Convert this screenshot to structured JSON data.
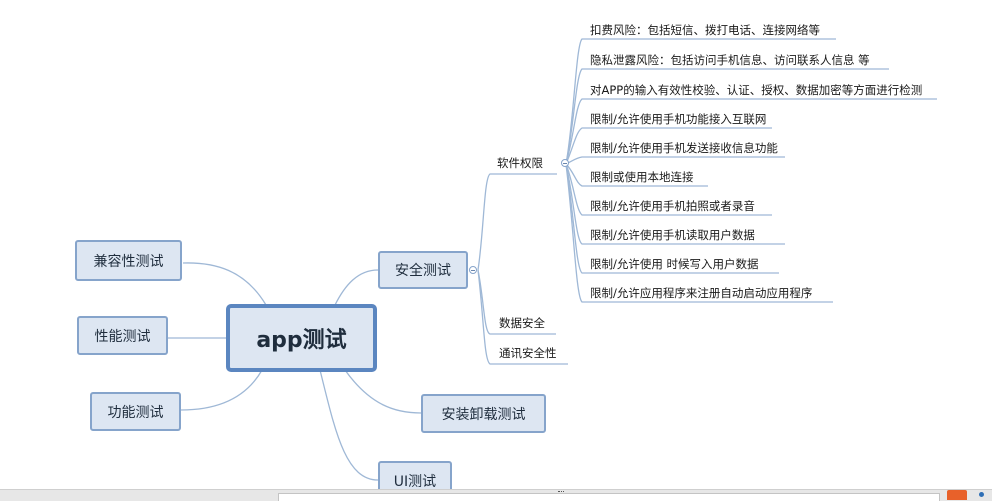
{
  "diagram": {
    "root": "app测试",
    "main_branches": {
      "security": "安全测试",
      "install": "安装卸载测试",
      "ui": "UI测试",
      "compatibility": "兼容性测试",
      "performance": "性能测试",
      "function": "功能测试"
    },
    "security_children": {
      "software_permissions": "软件权限",
      "data_security": "数据安全",
      "comm_security": "通讯安全性"
    },
    "permission_items": [
      "扣费风险：包括短信、拨打电话、连接网络等",
      "隐私泄露风险：包括访问手机信息、访问联系人信息 等",
      "对APP的输入有效性校验、认证、授权、数据加密等方面进行检测",
      "限制/允许使用手机功能接入互联网",
      "限制/允许使用手机发送接收信息功能",
      "限制或使用本地连接",
      "限制/允许使用手机拍照或者录音",
      "限制/允许使用手机读取用户数据",
      "限制/允许使用 时候写入用户数据",
      "限制/允许应用程序来注册自动启动应用程序"
    ]
  },
  "colors": {
    "line": "#9fb8d6",
    "node_fill": "#dde6f2",
    "node_border": "#86a4cb",
    "root_border": "#5b86c0",
    "brand": "#e8612a"
  }
}
